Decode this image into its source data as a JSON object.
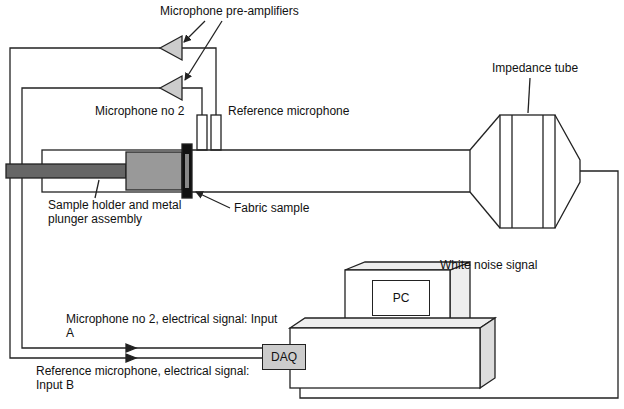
{
  "diagram": {
    "nodes": [
      {
        "text": [
          "PC"
        ]
      },
      {
        "text": [
          "DAQ"
        ]
      }
    ],
    "labels": [
      "Microphone pre-amplifiers",
      "Microphone no 2",
      "Reference microphone",
      "Impedance tube",
      "Sample holder and metal plunger assembly",
      "Fabric sample",
      "White noise signal",
      "Microphone no 2, electrical signal: Input A",
      "Reference microphone, electrical signal: Input B"
    ]
  }
}
